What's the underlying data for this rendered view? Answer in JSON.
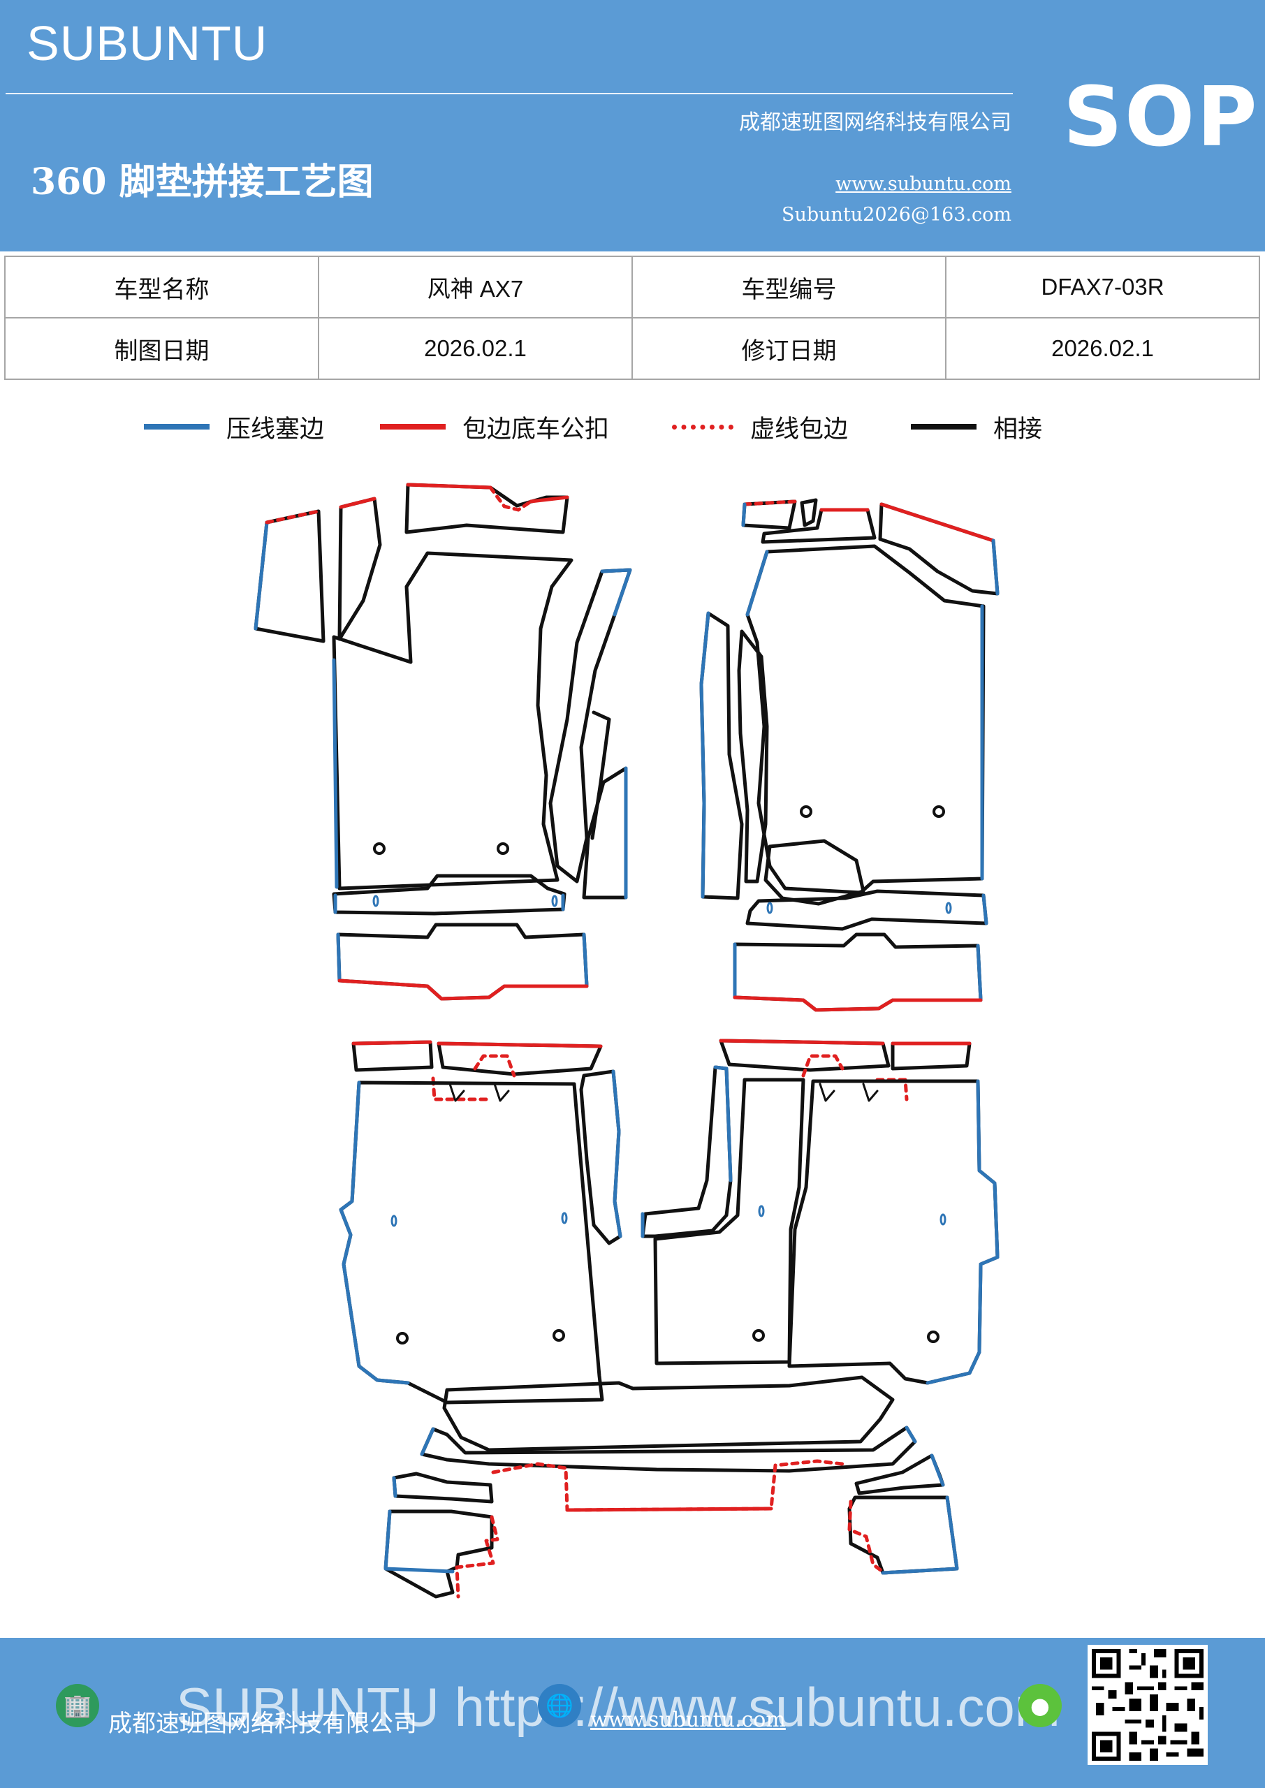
{
  "header": {
    "brand": "SUBUNTU",
    "company": "成都速班图网络科技有限公司",
    "title": "360 脚垫拼接工艺图",
    "website": "www.subuntu.com",
    "email": "Subuntu2026@163.com",
    "badge": "SOP"
  },
  "info_table": {
    "rows": [
      [
        {
          "label": "车型名称"
        },
        {
          "value": "风神 AX7"
        },
        {
          "label": "车型编号"
        },
        {
          "value": "DFAX7-03R"
        }
      ],
      [
        {
          "label": "制图日期"
        },
        {
          "value": "2026.02.1"
        },
        {
          "label": "修订日期"
        },
        {
          "value": "2026.02.1"
        }
      ]
    ]
  },
  "legend": [
    {
      "label": "压线塞边",
      "color": "#2e75b6",
      "style": "solid"
    },
    {
      "label": "包边底车公扣",
      "color": "#e02020",
      "style": "solid"
    },
    {
      "label": "虚线包边",
      "color": "#e02020",
      "style": "dotted"
    },
    {
      "label": "相接",
      "color": "#111111",
      "style": "solid"
    }
  ],
  "footer": {
    "watermark": "SUBUNTU https://www.subuntu.com",
    "company": "成都速班图网络科技有限公司",
    "website": "www.subuntu.com",
    "icons": [
      "building-icon",
      "globe-icon",
      "wechat-icon",
      "qr-code-icon"
    ]
  },
  "colors": {
    "header_bg": "#5b9bd5",
    "press_line": "#2e75b6",
    "wrap_edge": "#e02020",
    "joint": "#111111"
  }
}
